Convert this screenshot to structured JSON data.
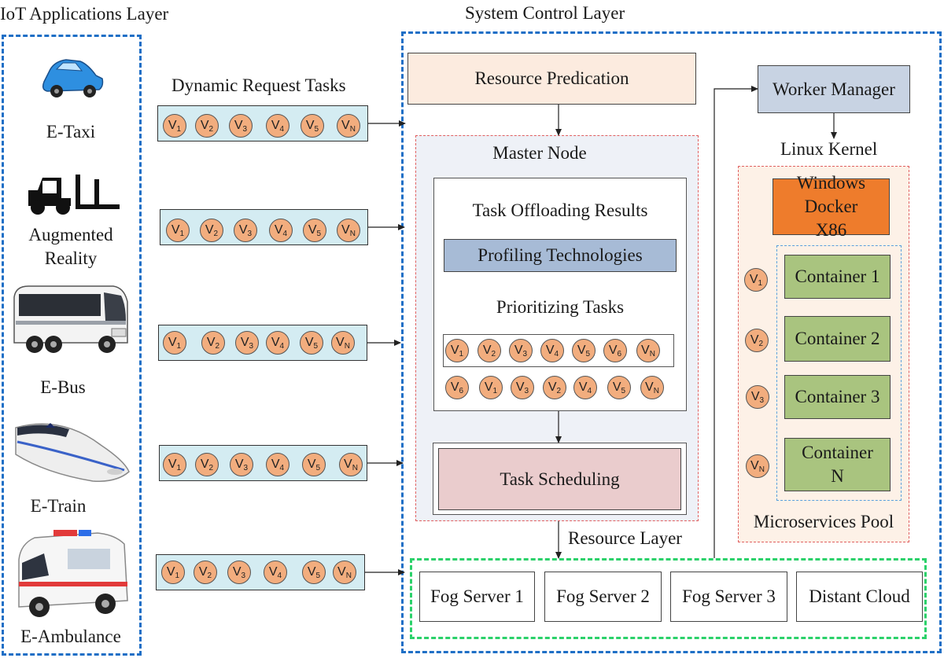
{
  "iot_layer": {
    "title": "IoT Applications Layer",
    "vehicles": [
      {
        "label": "E-Taxi",
        "icon": "car-icon"
      },
      {
        "label": "Augmented Reality",
        "icon": "forklift-icon"
      },
      {
        "label": "E-Bus",
        "icon": "bus-icon"
      },
      {
        "label": "E-Train",
        "icon": "train-icon"
      },
      {
        "label": "E-Ambulance",
        "icon": "ambulance-icon"
      }
    ]
  },
  "requests": {
    "title": "Dynamic Request Tasks",
    "task_rows": [
      [
        "1",
        "2",
        "3",
        "4",
        "5",
        "N"
      ],
      [
        "1",
        "2",
        "3",
        "4",
        "5",
        "N"
      ],
      [
        "1",
        "2",
        "3",
        "4",
        "5",
        "N"
      ],
      [
        "1",
        "2",
        "3",
        "4",
        "5",
        "N"
      ],
      [
        "1",
        "2",
        "3",
        "4",
        "5",
        "N"
      ]
    ]
  },
  "system_control": {
    "title": "System Control Layer",
    "resource_prediction": "Resource Predication",
    "master_node": {
      "title": "Master Node",
      "offloading_results": "Task Offloading Results",
      "profiling": "Profiling Technologies",
      "prioritizing": "Prioritizing Tasks",
      "row_before": [
        "1",
        "2",
        "3",
        "4",
        "5",
        "6",
        "N"
      ],
      "row_after": [
        "6",
        "1",
        "3",
        "2",
        "4",
        "5",
        "N"
      ],
      "task_scheduling": "Task Scheduling"
    },
    "worker_manager": "Worker Manager",
    "linux_kernel": "Linux Kernel",
    "docker": "Windows Docker X86",
    "containers": [
      {
        "task": "1",
        "label": "Container 1"
      },
      {
        "task": "2",
        "label": "Container 2"
      },
      {
        "task": "3",
        "label": "Container 3"
      },
      {
        "task": "N",
        "label": "Container N"
      }
    ],
    "microservices_pool": "Microservices Pool"
  },
  "resource_layer": {
    "title": "Resource Layer",
    "servers": [
      "Fog Server 1",
      "Fog Server 2",
      "Fog Server 3",
      "Distant Cloud"
    ]
  },
  "colors": {
    "outer_border": "#1f6fc6",
    "resource_border": "#2bd16a",
    "task_circle": "#f2ad7e",
    "task_bar": "#d4ecf2",
    "prediction_box": "#fcebdf",
    "profiling_box": "#a7bbd6",
    "scheduling_box": "#eacccd",
    "worker_box": "#c8d3e3",
    "docker_box": "#ee7c2c",
    "container_box": "#a9c47f",
    "pool_background": "#fdf1e7",
    "master_background": "#eef1f7"
  }
}
